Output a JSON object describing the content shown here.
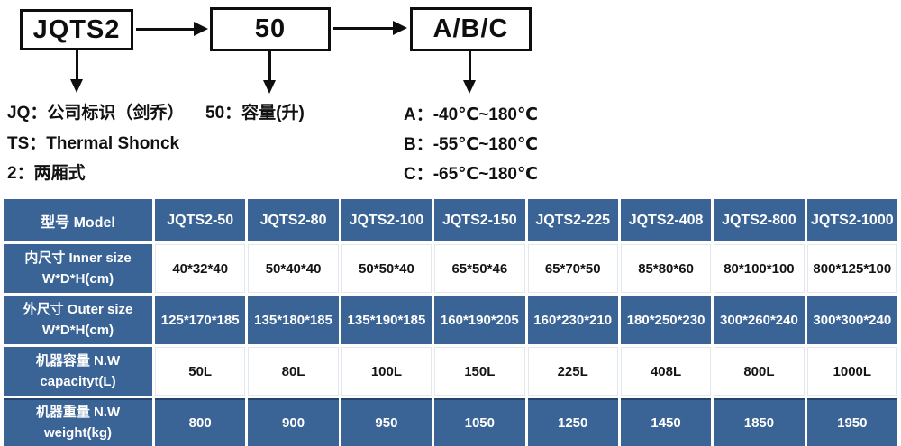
{
  "colors": {
    "table_blue": "#3a6396",
    "separator": "#ffffff",
    "ink": "#111111"
  },
  "flowchart": {
    "boxes": [
      {
        "label": "JQTS2"
      },
      {
        "label": "50"
      },
      {
        "label": "A/B/C"
      }
    ],
    "legend_left": [
      "JQ：公司标识（剑乔）",
      "TS：Thermal Shonck",
      "2：两厢式"
    ],
    "legend_mid": [
      "50：容量(升)"
    ],
    "legend_right": [
      "A：-40℃~180℃",
      "B：-55℃~180℃",
      "C：-65℃~180℃"
    ]
  },
  "table": {
    "header": [
      "型号 Model",
      "JQTS2-50",
      "JQTS2-80",
      "JQTS2-100",
      "JQTS2-150",
      "JQTS2-225",
      "JQTS2-408",
      "JQTS2-800",
      "JQTS2-1000"
    ],
    "rows": [
      {
        "label_line1": "内尺寸 Inner size",
        "label_line2": "W*D*H(cm)",
        "values": [
          "40*32*40",
          "50*40*40",
          "50*50*40",
          "65*50*46",
          "65*70*50",
          "85*80*60",
          "80*100*100",
          "800*125*100"
        ]
      },
      {
        "label_line1": "外尺寸 Outer size",
        "label_line2": "W*D*H(cm)",
        "values": [
          "125*170*185",
          "135*180*185",
          "135*190*185",
          "160*190*205",
          "160*230*210",
          "180*250*230",
          "300*260*240",
          "300*300*240"
        ]
      },
      {
        "label_line1": "机器容量 N.W",
        "label_line2": "capacityt(L)",
        "values": [
          "50L",
          "80L",
          "100L",
          "150L",
          "225L",
          "408L",
          "800L",
          "1000L"
        ]
      },
      {
        "label_line1": "机器重量 N.W",
        "label_line2": "weight(kg)",
        "values": [
          "800",
          "900",
          "950",
          "1050",
          "1250",
          "1450",
          "1850",
          "1950"
        ]
      }
    ]
  }
}
